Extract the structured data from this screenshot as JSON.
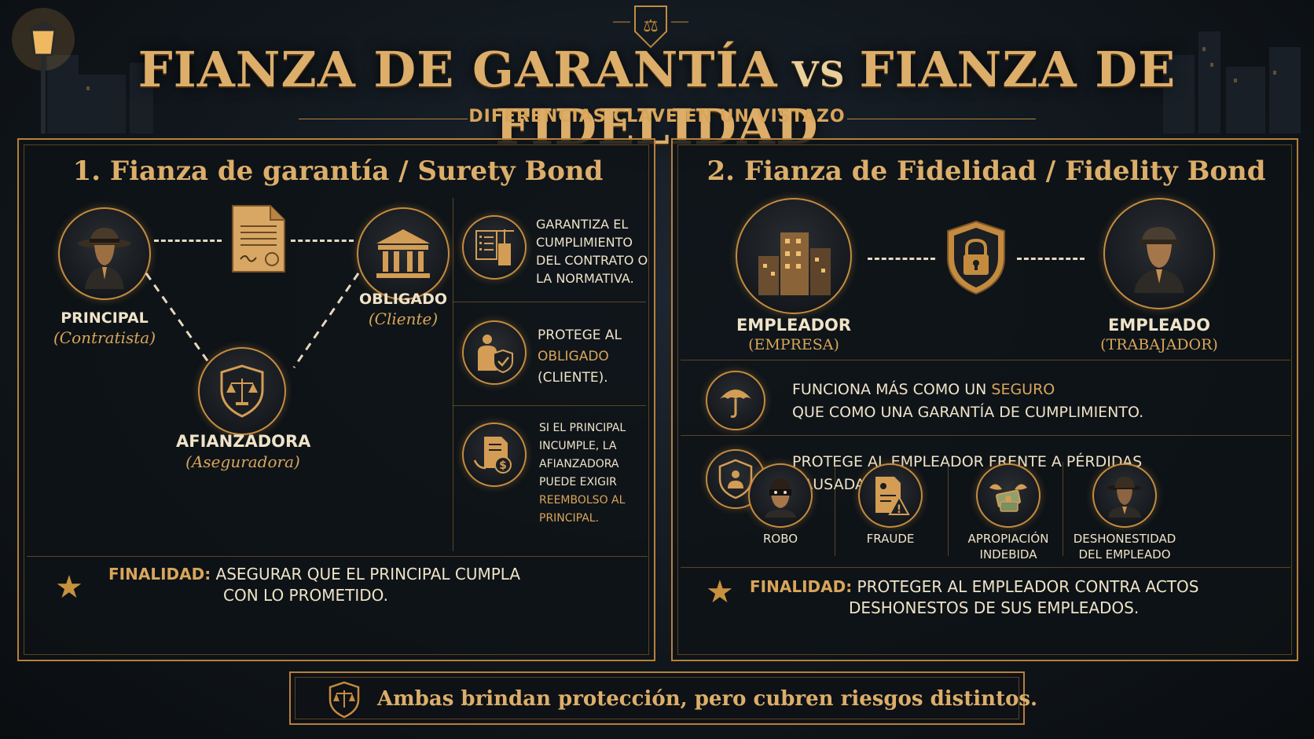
{
  "header": {
    "title_left": "FIANZA DE GARANTÍA",
    "title_vs": "VS",
    "title_right": "FIANZA DE FIDELIDAD",
    "subtitle": "DIFERENCIAS CLAVE EN UN VISTAZO"
  },
  "surety": {
    "title": "1. Fianza de garantía / Surety Bond",
    "principal": {
      "label": "PRINCIPAL",
      "sub": "(Contratista)"
    },
    "obligado": {
      "label": "OBLIGADO",
      "sub": "(Cliente)"
    },
    "afianzadora": {
      "label": "AFIANZADORA",
      "sub": "(Aseguradora)"
    },
    "features": [
      {
        "text": "GARANTIZA EL CUMPLIMIENTO DEL CONTRATO O LA NORMATIVA.",
        "icon": "checklist-building-icon"
      },
      {
        "text_before": "PROTEGE AL",
        "highlight": "OBLIGADO",
        "text_after": "(CLIENTE).",
        "icon": "person-shield-icon"
      },
      {
        "text_before": "SI EL PRINCIPAL INCUMPLE, LA AFIANZADORA PUEDE EXIGIR",
        "highlight": "REEMBOLSO AL PRINCIPAL.",
        "icon": "document-money-icon"
      }
    ],
    "finalidad_label": "FINALIDAD:",
    "finalidad_line1": "ASEGURAR QUE EL PRINCIPAL CUMPLA",
    "finalidad_line2": "CON LO PROMETIDO."
  },
  "fidelity": {
    "title": "2. Fianza de Fidelidad / Fidelity Bond",
    "empleador": {
      "label": "EMPLEADOR",
      "sub": "(EMPRESA)"
    },
    "empleado": {
      "label": "EMPLEADO",
      "sub": "(TRABAJADOR)"
    },
    "feature1_before": "FUNCIONA MÁS COMO UN",
    "feature1_highlight": "SEGURO",
    "feature1_line2": "QUE COMO UNA GARANTÍA DE CUMPLIMIENTO.",
    "feature2_line1": "PROTEGE AL EMPLEADOR FRENTE A PÉRDIDAS",
    "feature2_line2": "CAUSADAS POR:",
    "risks": [
      {
        "label": "ROBO",
        "icon": "masked-thief-icon"
      },
      {
        "label": "FRAUDE",
        "icon": "document-warning-icon"
      },
      {
        "label": "APROPIACIÓN INDEBIDA",
        "icon": "flying-money-icon"
      },
      {
        "label": "DESHONESTIDAD DEL EMPLEADO",
        "icon": "shady-man-icon"
      }
    ],
    "finalidad_label": "FINALIDAD:",
    "finalidad_line1": "PROTEGER AL EMPLEADOR CONTRA ACTOS",
    "finalidad_line2": "DESHONESTOS DE SUS EMPLEADOS."
  },
  "footer": {
    "text": "Ambas brindan protección, pero cubren riesgos distintos."
  },
  "colors": {
    "gold": "#d9a55a",
    "cream": "#efe3c8",
    "background": "#101418",
    "border": "#b7803a"
  }
}
